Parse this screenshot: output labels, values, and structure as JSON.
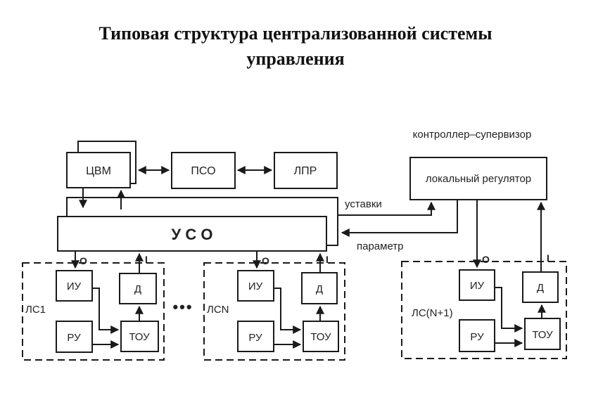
{
  "title": {
    "line1": "Типовая структура централизованной системы",
    "line2": "управления"
  },
  "top_blocks": {
    "cvm": "ЦВМ",
    "pso": "ПСО",
    "lpr": "ЛПР"
  },
  "uso": "У С О",
  "supervisor": {
    "caption": "контроллер–супервизор",
    "box": "локальный регулятор",
    "setpoints_label": "уставки",
    "parameter_label": "параметр"
  },
  "local_systems": [
    {
      "name": "ЛС1",
      "iu": "ИУ",
      "ru": "РУ",
      "d": "Д",
      "tou": "ТОУ",
      "out_label": "O",
      "in_label": "I"
    },
    {
      "name": "ЛСN",
      "iu": "ИУ",
      "ru": "РУ",
      "d": "Д",
      "tou": "ТОУ",
      "out_label": "O",
      "in_label": "I"
    },
    {
      "name": "ЛС(N+1)",
      "iu": "ИУ",
      "ru": "РУ",
      "d": "Д",
      "tou": "ТОУ",
      "out_label": "O",
      "in_label": "I"
    }
  ],
  "ellipsis": "•••"
}
